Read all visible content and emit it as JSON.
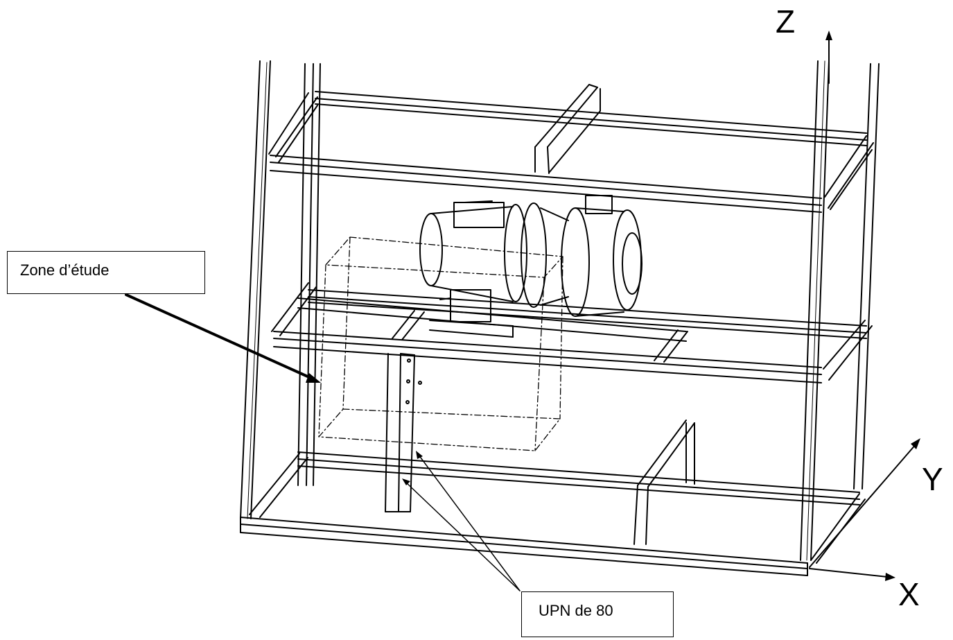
{
  "labels": {
    "zone_etude": "Zone d’étude",
    "upn": "UPN de 80"
  },
  "axes": {
    "z": "Z",
    "y": "Y",
    "x": "X"
  },
  "colors": {
    "line": "#000000",
    "background": "#ffffff"
  }
}
